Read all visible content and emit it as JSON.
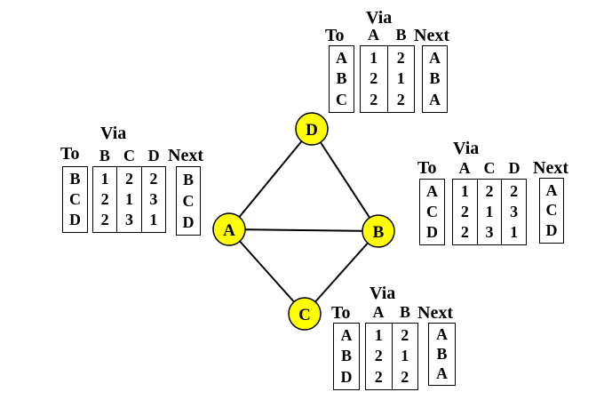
{
  "graph": {
    "node_color": "#ffff00",
    "nodes": [
      "A",
      "B",
      "C",
      "D"
    ],
    "edges": [
      [
        "A",
        "D"
      ],
      [
        "D",
        "B"
      ],
      [
        "A",
        "B"
      ],
      [
        "A",
        "C"
      ],
      [
        "C",
        "B"
      ]
    ]
  },
  "labels": {
    "to": "To",
    "via": "Via",
    "next": "Next"
  },
  "tables": {
    "D": {
      "to": [
        "A",
        "B",
        "C"
      ],
      "via_headers": [
        "A",
        "B"
      ],
      "via": [
        [
          "1",
          "2",
          "2"
        ],
        [
          "2",
          "1",
          "2"
        ]
      ],
      "next": [
        "A",
        "B",
        "A"
      ]
    },
    "A": {
      "to": [
        "B",
        "C",
        "D"
      ],
      "via_headers": [
        "B",
        "C",
        "D"
      ],
      "via": [
        [
          "1",
          "2",
          "2"
        ],
        [
          "2",
          "1",
          "3"
        ],
        [
          "2",
          "3",
          "1"
        ]
      ],
      "next": [
        "B",
        "C",
        "D"
      ]
    },
    "B": {
      "to": [
        "A",
        "C",
        "D"
      ],
      "via_headers": [
        "A",
        "C",
        "D"
      ],
      "via": [
        [
          "1",
          "2",
          "2"
        ],
        [
          "2",
          "1",
          "3"
        ],
        [
          "2",
          "3",
          "1"
        ]
      ],
      "next": [
        "A",
        "C",
        "D"
      ]
    },
    "C": {
      "to": [
        "A",
        "B",
        "D"
      ],
      "via_headers": [
        "A",
        "B"
      ],
      "via": [
        [
          "1",
          "2",
          "2"
        ],
        [
          "2",
          "1",
          "2"
        ]
      ],
      "next": [
        "A",
        "B",
        "A"
      ]
    }
  }
}
